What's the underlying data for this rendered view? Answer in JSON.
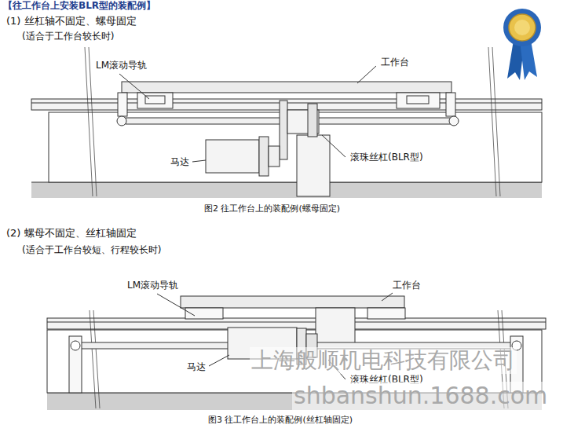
{
  "diagram": {
    "title": "【往工作台上安装BLR型的装配例】",
    "labels": [
      "(1) 丝杠轴不固定、螺母固定",
      "(适合于工作台较长时)",
      "LM滚动导轨",
      "工作台",
      "马达",
      "滚珠丝杠(BLR型)",
      "图2 往工作台上的装配例(螺母固定)",
      "(2) 螺母不固定、丝杠轴固定",
      "(适合于工作台较短、行程较长时)",
      "LM滚动导轨",
      "工作台",
      "马达",
      "滚珠丝杠(BLR型)",
      "图3 往工作台上的装配例(丝杠轴固定)",
      "上海般顺机电科技有限公司",
      "shbanshun.1688.com"
    ]
  }
}
